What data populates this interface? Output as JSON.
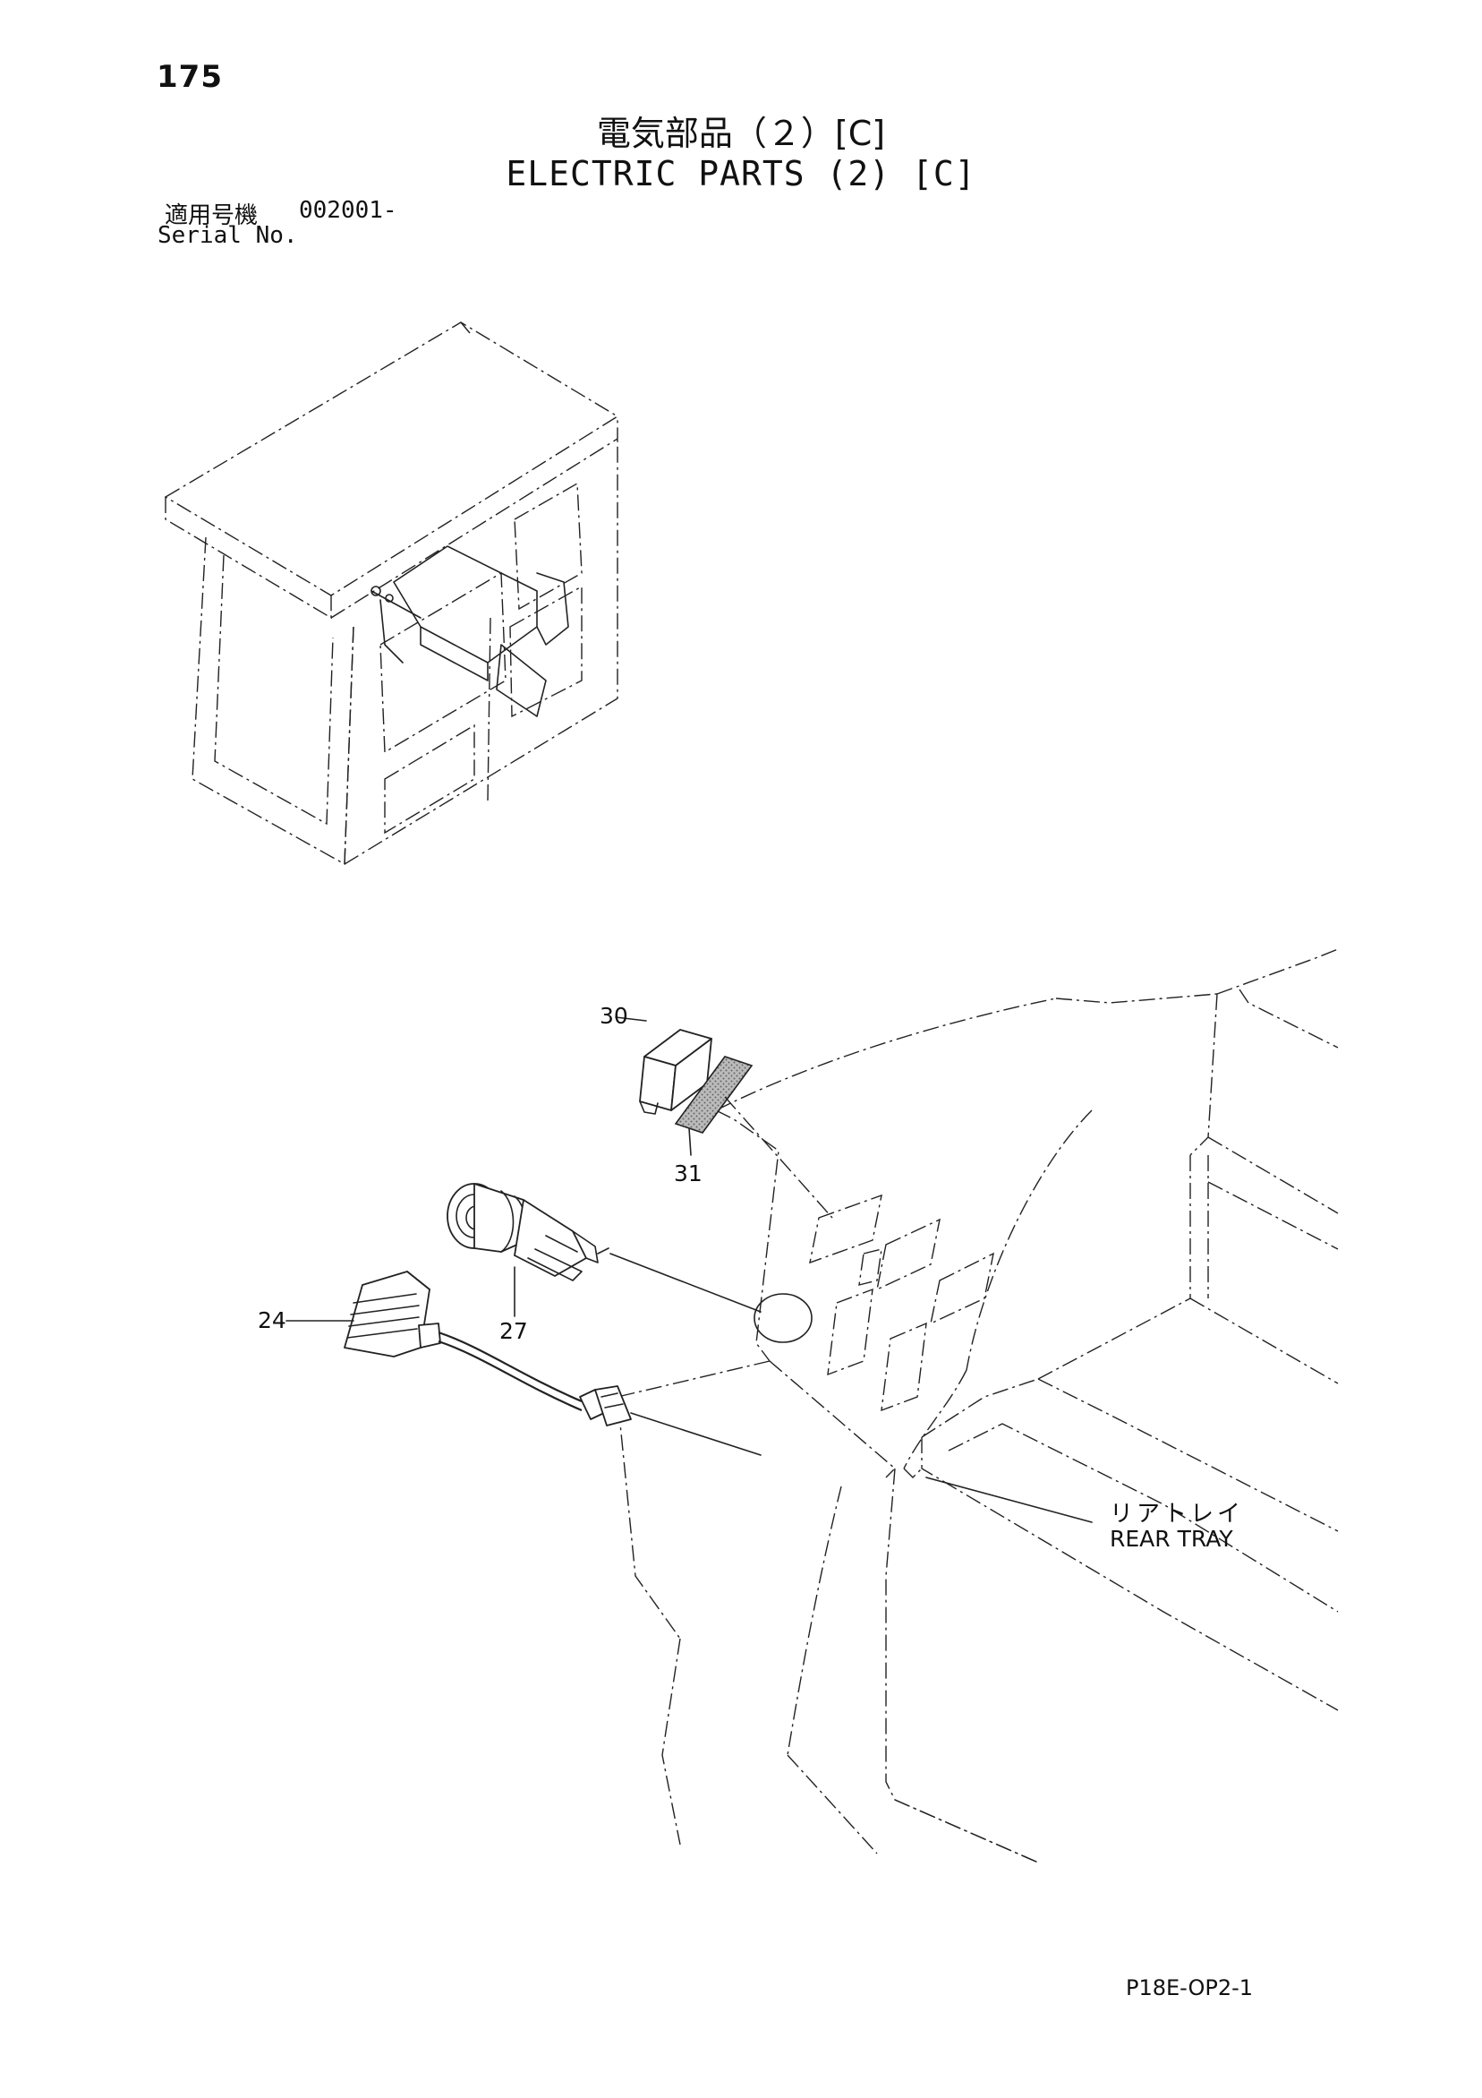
{
  "page": {
    "number": "175",
    "title_jp": "電気部品（２）[C]",
    "title_en": "ELECTRIC PARTS (2) [C]",
    "serial_label_jp": "適用号機",
    "serial_value": "002001-",
    "serial_label_en": "Serial No.",
    "drawing_code": "P18E-OP2-1"
  },
  "labels": {
    "rear_tray_jp": "リアトレイ",
    "rear_tray_en": "REAR TRAY"
  },
  "callouts": [
    "30",
    "31",
    "27",
    "24"
  ],
  "colors": {
    "ink": "#222222",
    "background": "#ffffff",
    "pad_hatch": "#999999"
  }
}
